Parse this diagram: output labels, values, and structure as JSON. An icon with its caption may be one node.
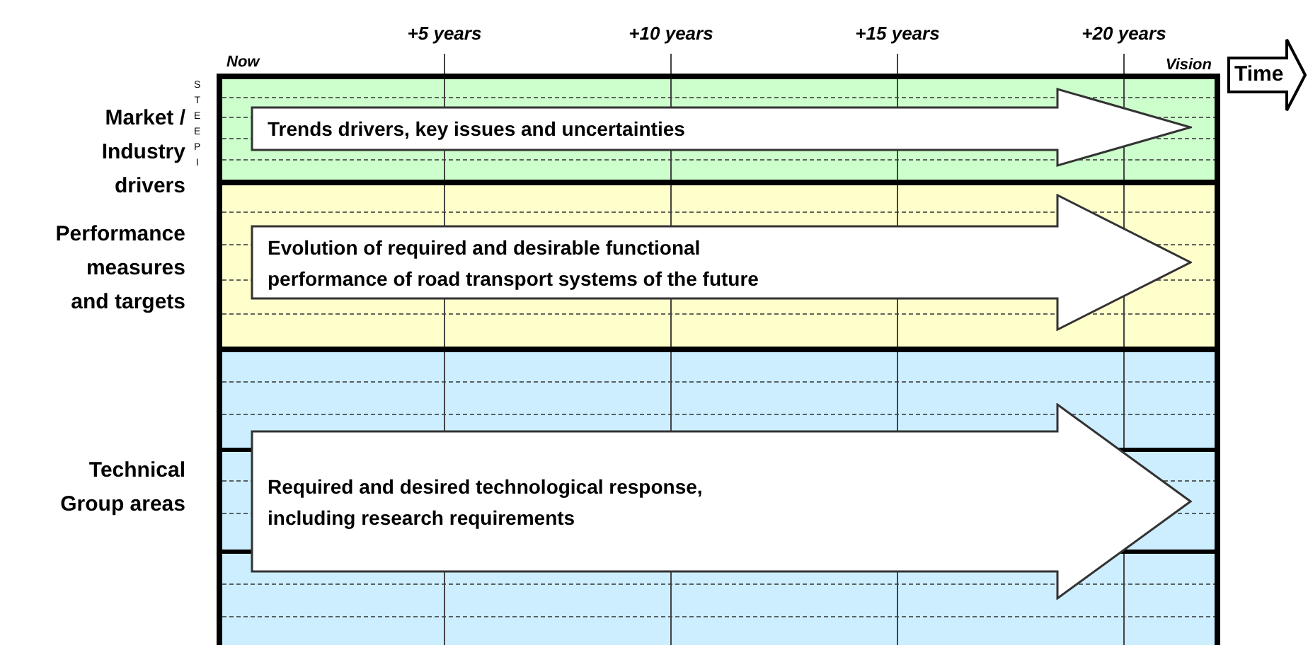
{
  "diagram": {
    "nodes": [
      {
        "text": [
          "Market / Industry drivers"
        ]
      },
      {
        "text": [
          "Trends drivers, key issues and uncertainties"
        ],
        "in": 0
      },
      {
        "text": [
          "Performance measures and targets"
        ]
      },
      {
        "text": [
          "Evolution of required and desirable functional performance of road transport systems of the future"
        ],
        "in": 2
      },
      {
        "text": [
          "Technical Group areas"
        ]
      },
      {
        "text": [
          "Required and desired technological response, including research requirements"
        ],
        "in": 4
      },
      {
        "text": [
          "Time"
        ]
      }
    ],
    "edges": [],
    "labels": [
      "Now",
      "+5 years",
      "+10 years",
      "+15 years",
      "+20 years",
      "Vision",
      "STEEPI"
    ]
  }
}
